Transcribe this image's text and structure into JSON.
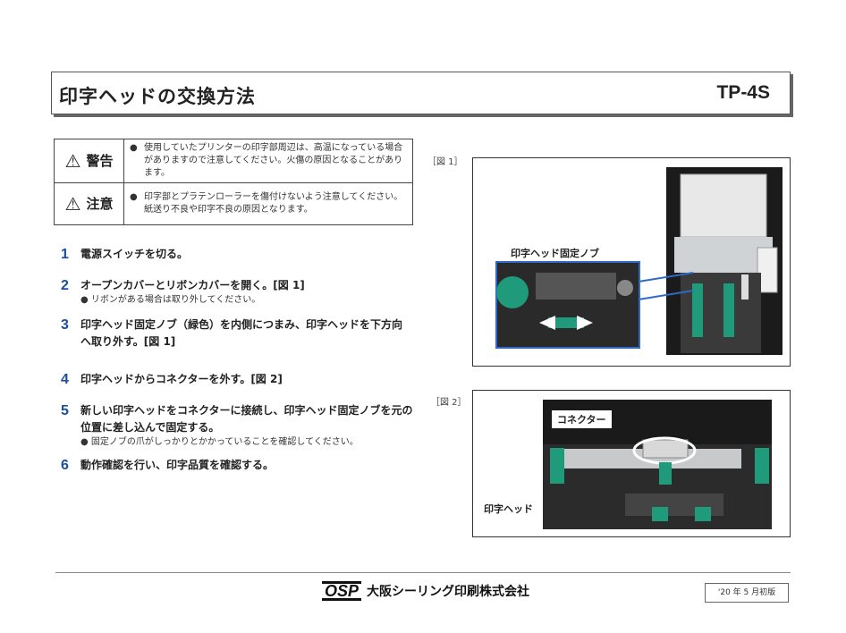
{
  "header": {
    "title": "印字ヘッドの交換方法",
    "model": "TP-4S"
  },
  "warnings": [
    {
      "label": "警告",
      "text": "使用していたプリンターの印字部周辺は、高温になっている場合がありますので注意してください。火傷の原因となることがあります。"
    },
    {
      "label": "注意",
      "text": "印字部とプラテンローラーを傷付けないよう注意してください。紙送り不良や印字不良の原因となります。"
    }
  ],
  "steps": [
    {
      "num": "1",
      "text": "電源スイッチを切る。",
      "sub": ""
    },
    {
      "num": "2",
      "text": "オープンカバーとリボンカバーを開く。[図 1]",
      "sub": "リボンがある場合は取り外してください。"
    },
    {
      "num": "3",
      "text": "印字ヘッド固定ノブ（緑色）を内側につまみ、印字ヘッドを下方向へ取り外す。[図 1]",
      "sub": ""
    },
    {
      "num": "4",
      "text": "印字ヘッドからコネクターを外す。[図 2]",
      "sub": ""
    },
    {
      "num": "5",
      "text": "新しい印字ヘッドをコネクターに接続し、印字ヘッド固定ノブを元の位置に差し込んで固定する。",
      "sub": "固定ノブの爪がしっかりとかかっていることを確認してください。"
    },
    {
      "num": "6",
      "text": "動作確認を行い、印字品質を確認する。",
      "sub": ""
    }
  ],
  "figures": {
    "fig1_label": "［図 1］",
    "fig1_callout": "印字ヘッド固定ノブ",
    "fig2_label": "［図 2］",
    "fig2_connector": "コネクター",
    "fig2_head": "印字ヘッド"
  },
  "footer": {
    "logo": "OSP",
    "company": "大阪シーリング印刷株式会社",
    "edition": "'20 年 5 月初版"
  },
  "colors": {
    "step_number": "#1a4f9c",
    "knob_green": "#1f9a7a"
  }
}
